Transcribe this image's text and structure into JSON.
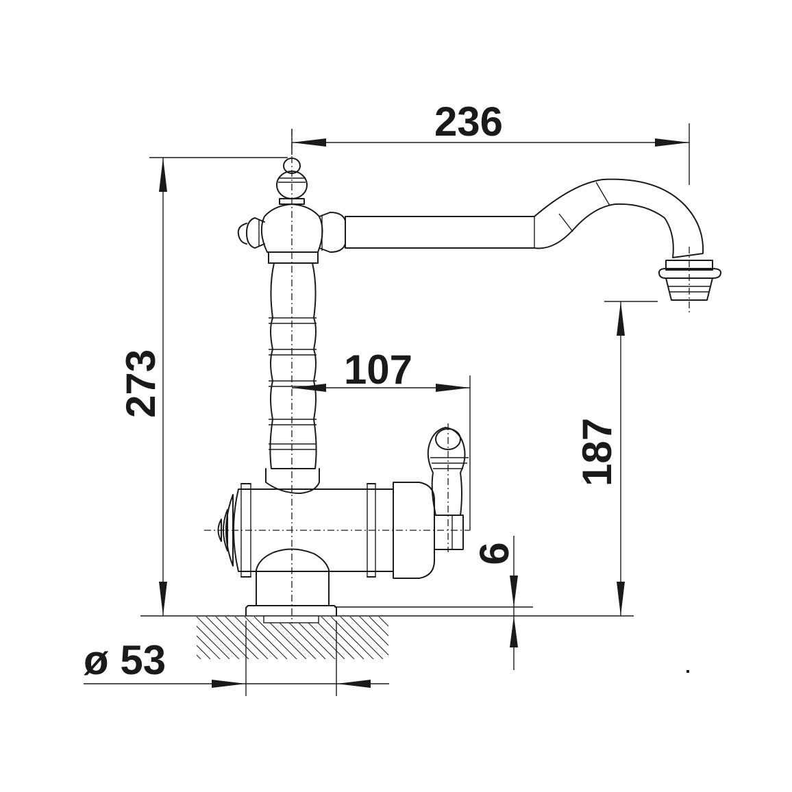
{
  "dimensions": {
    "spout_reach": "236",
    "total_height": "273",
    "lever_offset": "107",
    "spout_height": "187",
    "mount_thickness": "6",
    "hole_diameter": "ø 53"
  }
}
